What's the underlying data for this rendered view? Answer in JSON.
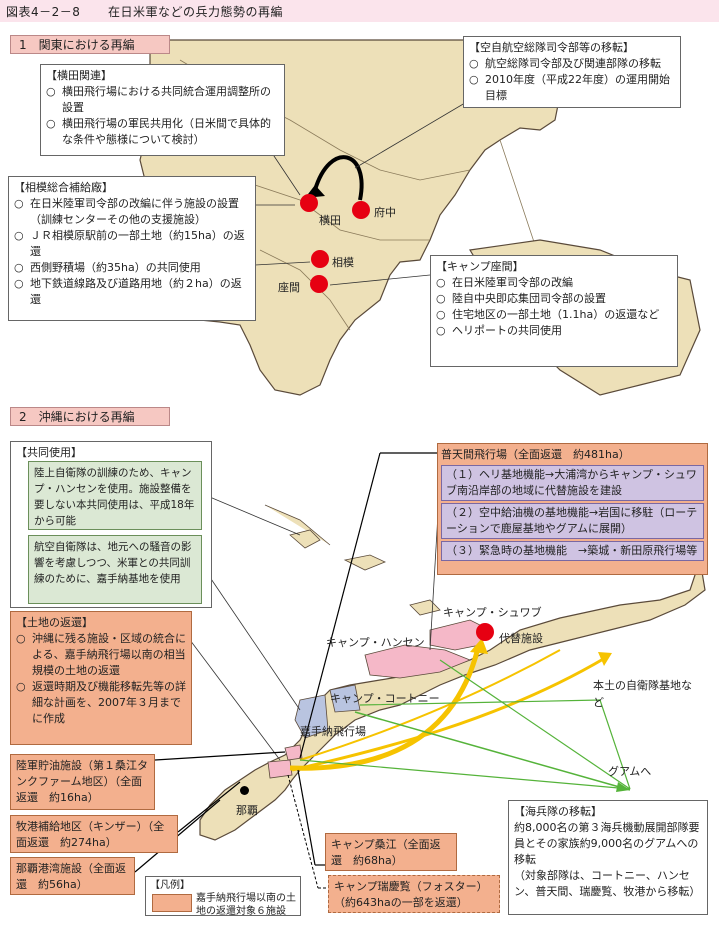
{
  "figure": {
    "number": "図表4－2－8",
    "title": "在日米軍などの兵力態勢の再編"
  },
  "section1": {
    "label": "1　関東における再編"
  },
  "section2": {
    "label": "2　沖縄における再編"
  },
  "yokota_box": {
    "title": "【横田関連】",
    "items": [
      "横田飛行場における共同統合運用調整所の設置",
      "横田飛行場の軍民共用化（日米間で具体的な条件や態様について検討）"
    ]
  },
  "air_defense_box": {
    "title": "【空自航空総隊司令部等の移転】",
    "items": [
      "航空総隊司令部及び関連部隊の移転",
      "2010年度（平成22年度）の運用開始目標"
    ]
  },
  "sagami_box": {
    "title": "【相模総合補給廠】",
    "items": [
      "在日米陸軍司令部の改編に伴う施設の設置（訓練センターその他の支援施設）",
      "ＪＲ相模原駅前の一部土地（約15ha）の返還",
      "西側野積場（約35ha）の共同使用",
      "地下鉄道線路及び道路用地（約２ha）の返還"
    ]
  },
  "zama_box": {
    "title": "【キャンプ座間】",
    "items": [
      "在日米陸軍司令部の改編",
      "陸自中央即応集団司令部の設置",
      "住宅地区の一部土地（1.1ha）の返還など",
      "ヘリポートの共同使用"
    ]
  },
  "kanto_places": {
    "yokota": "横田",
    "fuchu": "府中",
    "sagami": "相模",
    "zama": "座間"
  },
  "joint_use_box": {
    "title": "【共同使用】",
    "items": [
      "陸上自衛隊の訓練のため、キャンプ・ハンセンを使用。施設整備を要しない本共同使用は、平成18年から可能",
      "航空自衛隊は、地元への騒音の影響を考慮しつつ、米軍との共同訓練のために、嘉手納基地を使用"
    ]
  },
  "land_return_box": {
    "title": "【土地の返還】",
    "items": [
      "沖縄に残る施設・区域の統合による、嘉手納飛行場以南の相当規模の土地の返還",
      "返還時期及び機能移転先等の詳細な計画を、2007年３月までに作成"
    ]
  },
  "futenma_box": {
    "title": "普天間飛行場（全面返還　約481ha）",
    "items": [
      "（１）ヘリ基地機能→大浦湾からキャンプ・シュワブ南沿岸部の地域に代替施設を建設",
      "（２）空中給油機の基地機能→岩国に移駐（ローテーションで鹿屋基地やグアムに展開）",
      "（３）緊急時の基地機能　→築城・新田原飛行場等"
    ]
  },
  "okinawa_places": {
    "schwab": "キャンプ・シュワブ",
    "replacement": "代替施設",
    "hansen": "キャンプ・ハンセン",
    "courtney": "キャンプ・コートニー",
    "kadena": "嘉手納飛行場",
    "naha": "那覇",
    "mainland": "本土の自衛隊基地など",
    "guam": "グアムへ"
  },
  "left_labels": [
    {
      "text": "陸軍貯油施設（第１桑江タンクファーム地区）（全面返還　約16ha）"
    },
    {
      "text": "牧港補給地区（キンザー）（全面返還　約274ha）"
    },
    {
      "text": "那覇港湾施設（全面返還　約56ha）"
    }
  ],
  "kuwae_box": {
    "text": "キャンプ桑江（全面返還　約68ha）"
  },
  "foster_box": {
    "text": "キャンプ瑞慶覧（フォスター）（約643haの一部を返還）"
  },
  "legend": {
    "title": "【凡例】",
    "text": "嘉手納飛行場以南の土地の返還対象６施設"
  },
  "marines_box": {
    "title": "【海兵隊の移転】",
    "text": "約8,000名の第３海兵機動展開部隊要員とその家族約9,000名のグアムへの移転",
    "note": "（対象部隊は、コートニー、ハンセン、普天間、瑞慶覧、牧港から移転）"
  },
  "colors": {
    "land": "#ede0b8",
    "coast": "#5a4a3a",
    "sea": "#ffffff",
    "red_dot": "#e60012",
    "arrow_yellow": "#f6c300",
    "arrow_green": "#55b33a",
    "base_pink": "#f5b8c8",
    "base_blue": "#b9c4e0"
  }
}
